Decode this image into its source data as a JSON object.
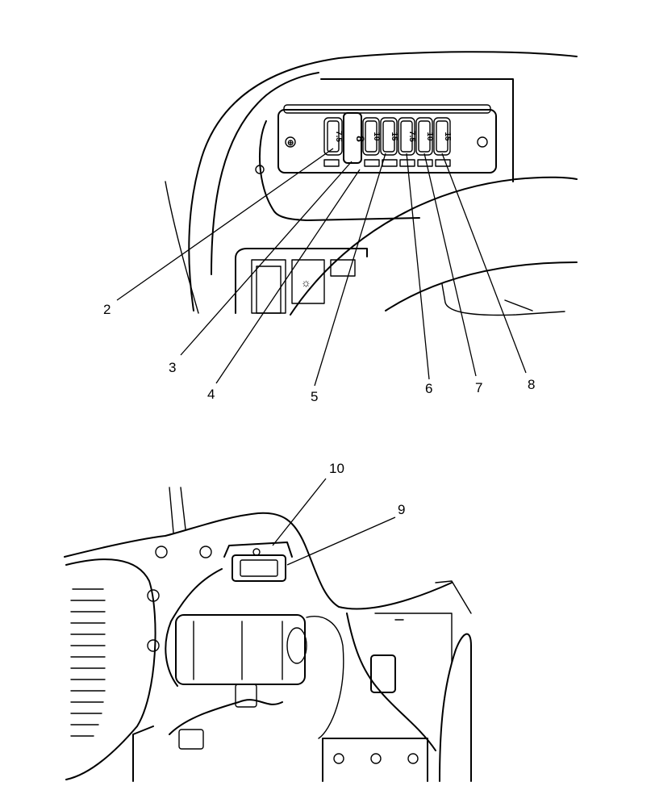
{
  "top_view": {
    "callouts": [
      "2",
      "3",
      "4",
      "5",
      "6",
      "7",
      "8"
    ],
    "fuse_ratings": [
      "7.5",
      "8",
      "10",
      "15",
      "7.5",
      "10",
      "15"
    ]
  },
  "bottom_view": {
    "callouts": [
      "10",
      "9"
    ]
  }
}
